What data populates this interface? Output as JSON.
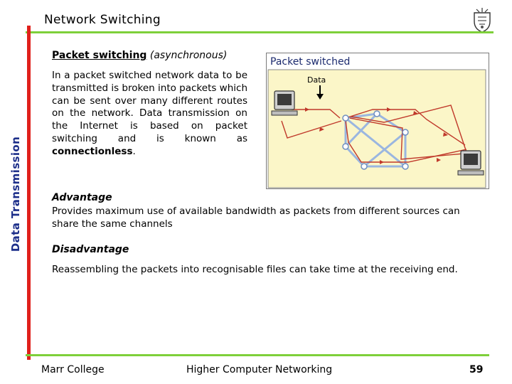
{
  "slide": {
    "title": "Network Switching",
    "side_label": "Data Transmission"
  },
  "content": {
    "heading_strong": "Packet switching",
    "heading_em": "(asynchronous)",
    "paragraph_main": "In a packet switched network data to be transmitted is broken into packets which can be sent over many different routes on the network. Data transmission on the Internet is based on packet switching and is known as ",
    "paragraph_strong": "connectionless",
    "paragraph_end": ".",
    "advantage_title": "Advantage",
    "advantage_text": "Provides maximum use of available bandwidth as packets from different sources can share the same channels",
    "disadvantage_title": "Disadvantage",
    "disadvantage_text": "Reassembling the packets into recognisable files can take time at the receiving end."
  },
  "diagram": {
    "title": "Packet switched",
    "data_label": "Data",
    "panel_color": "#fbf6c8",
    "link_color": "#9ab6e0",
    "route_color": "#c0392b"
  },
  "footer": {
    "left": "Marr College",
    "center": "Higher Computer Networking",
    "page_number": "59"
  },
  "colors": {
    "accent_red": "#e0201b",
    "accent_green": "#7ed03a",
    "side_label": "#1d2f8a"
  }
}
